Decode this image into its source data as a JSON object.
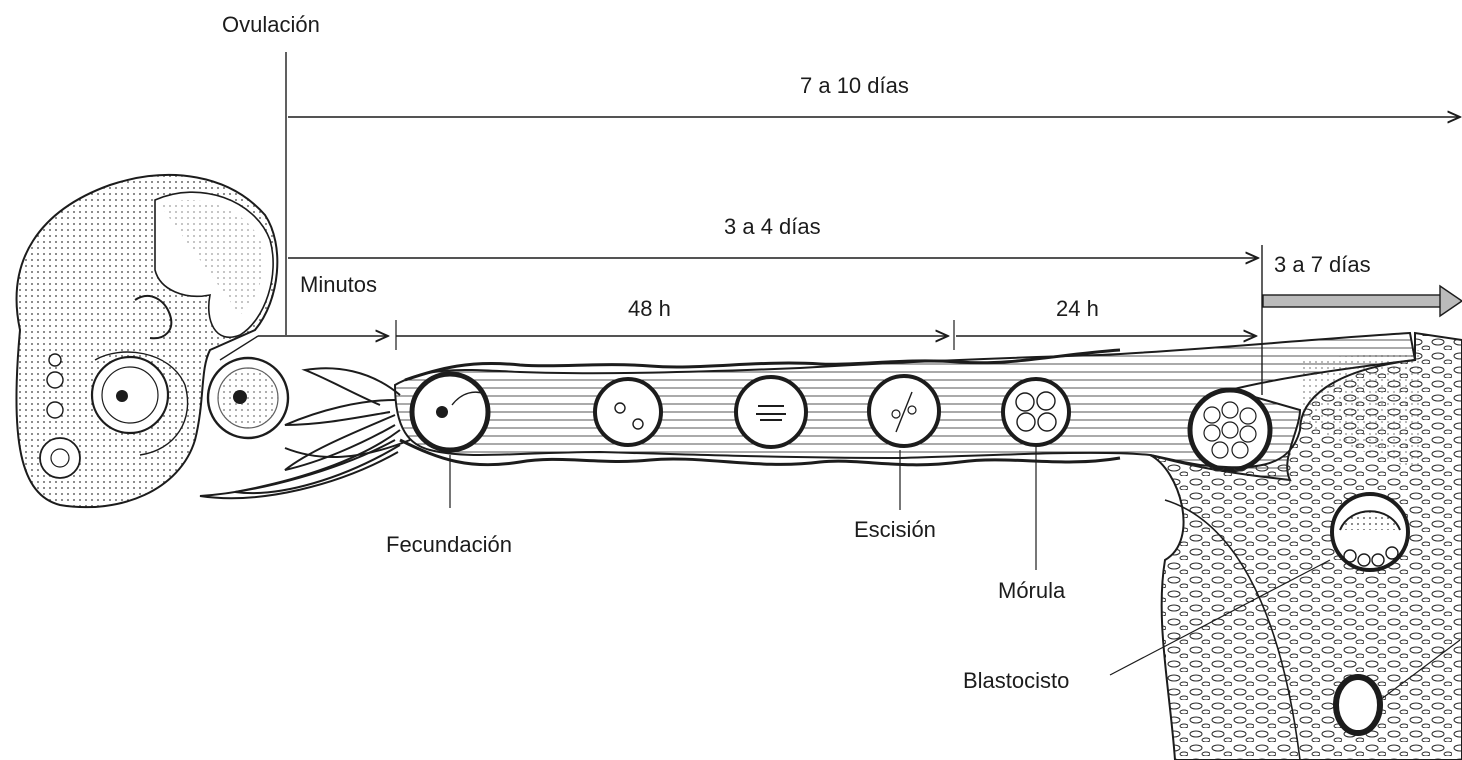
{
  "labels": {
    "ovulacion": "Ovulación",
    "span_total": "7 a 10 días",
    "span_tube": "3 a 4 días",
    "span_uterus": "3 a 7 días",
    "minutos": "Minutos",
    "h48": "48 h",
    "h24": "24 h",
    "fecundacion": "Fecundación",
    "escision": "Escisión",
    "morula": "Mórula",
    "blastocisto": "Blastocisto"
  },
  "colors": {
    "ink": "#1c1c1c",
    "shade": "#6a6a6a",
    "light": "#d8d8d8",
    "paper": "#ffffff"
  }
}
